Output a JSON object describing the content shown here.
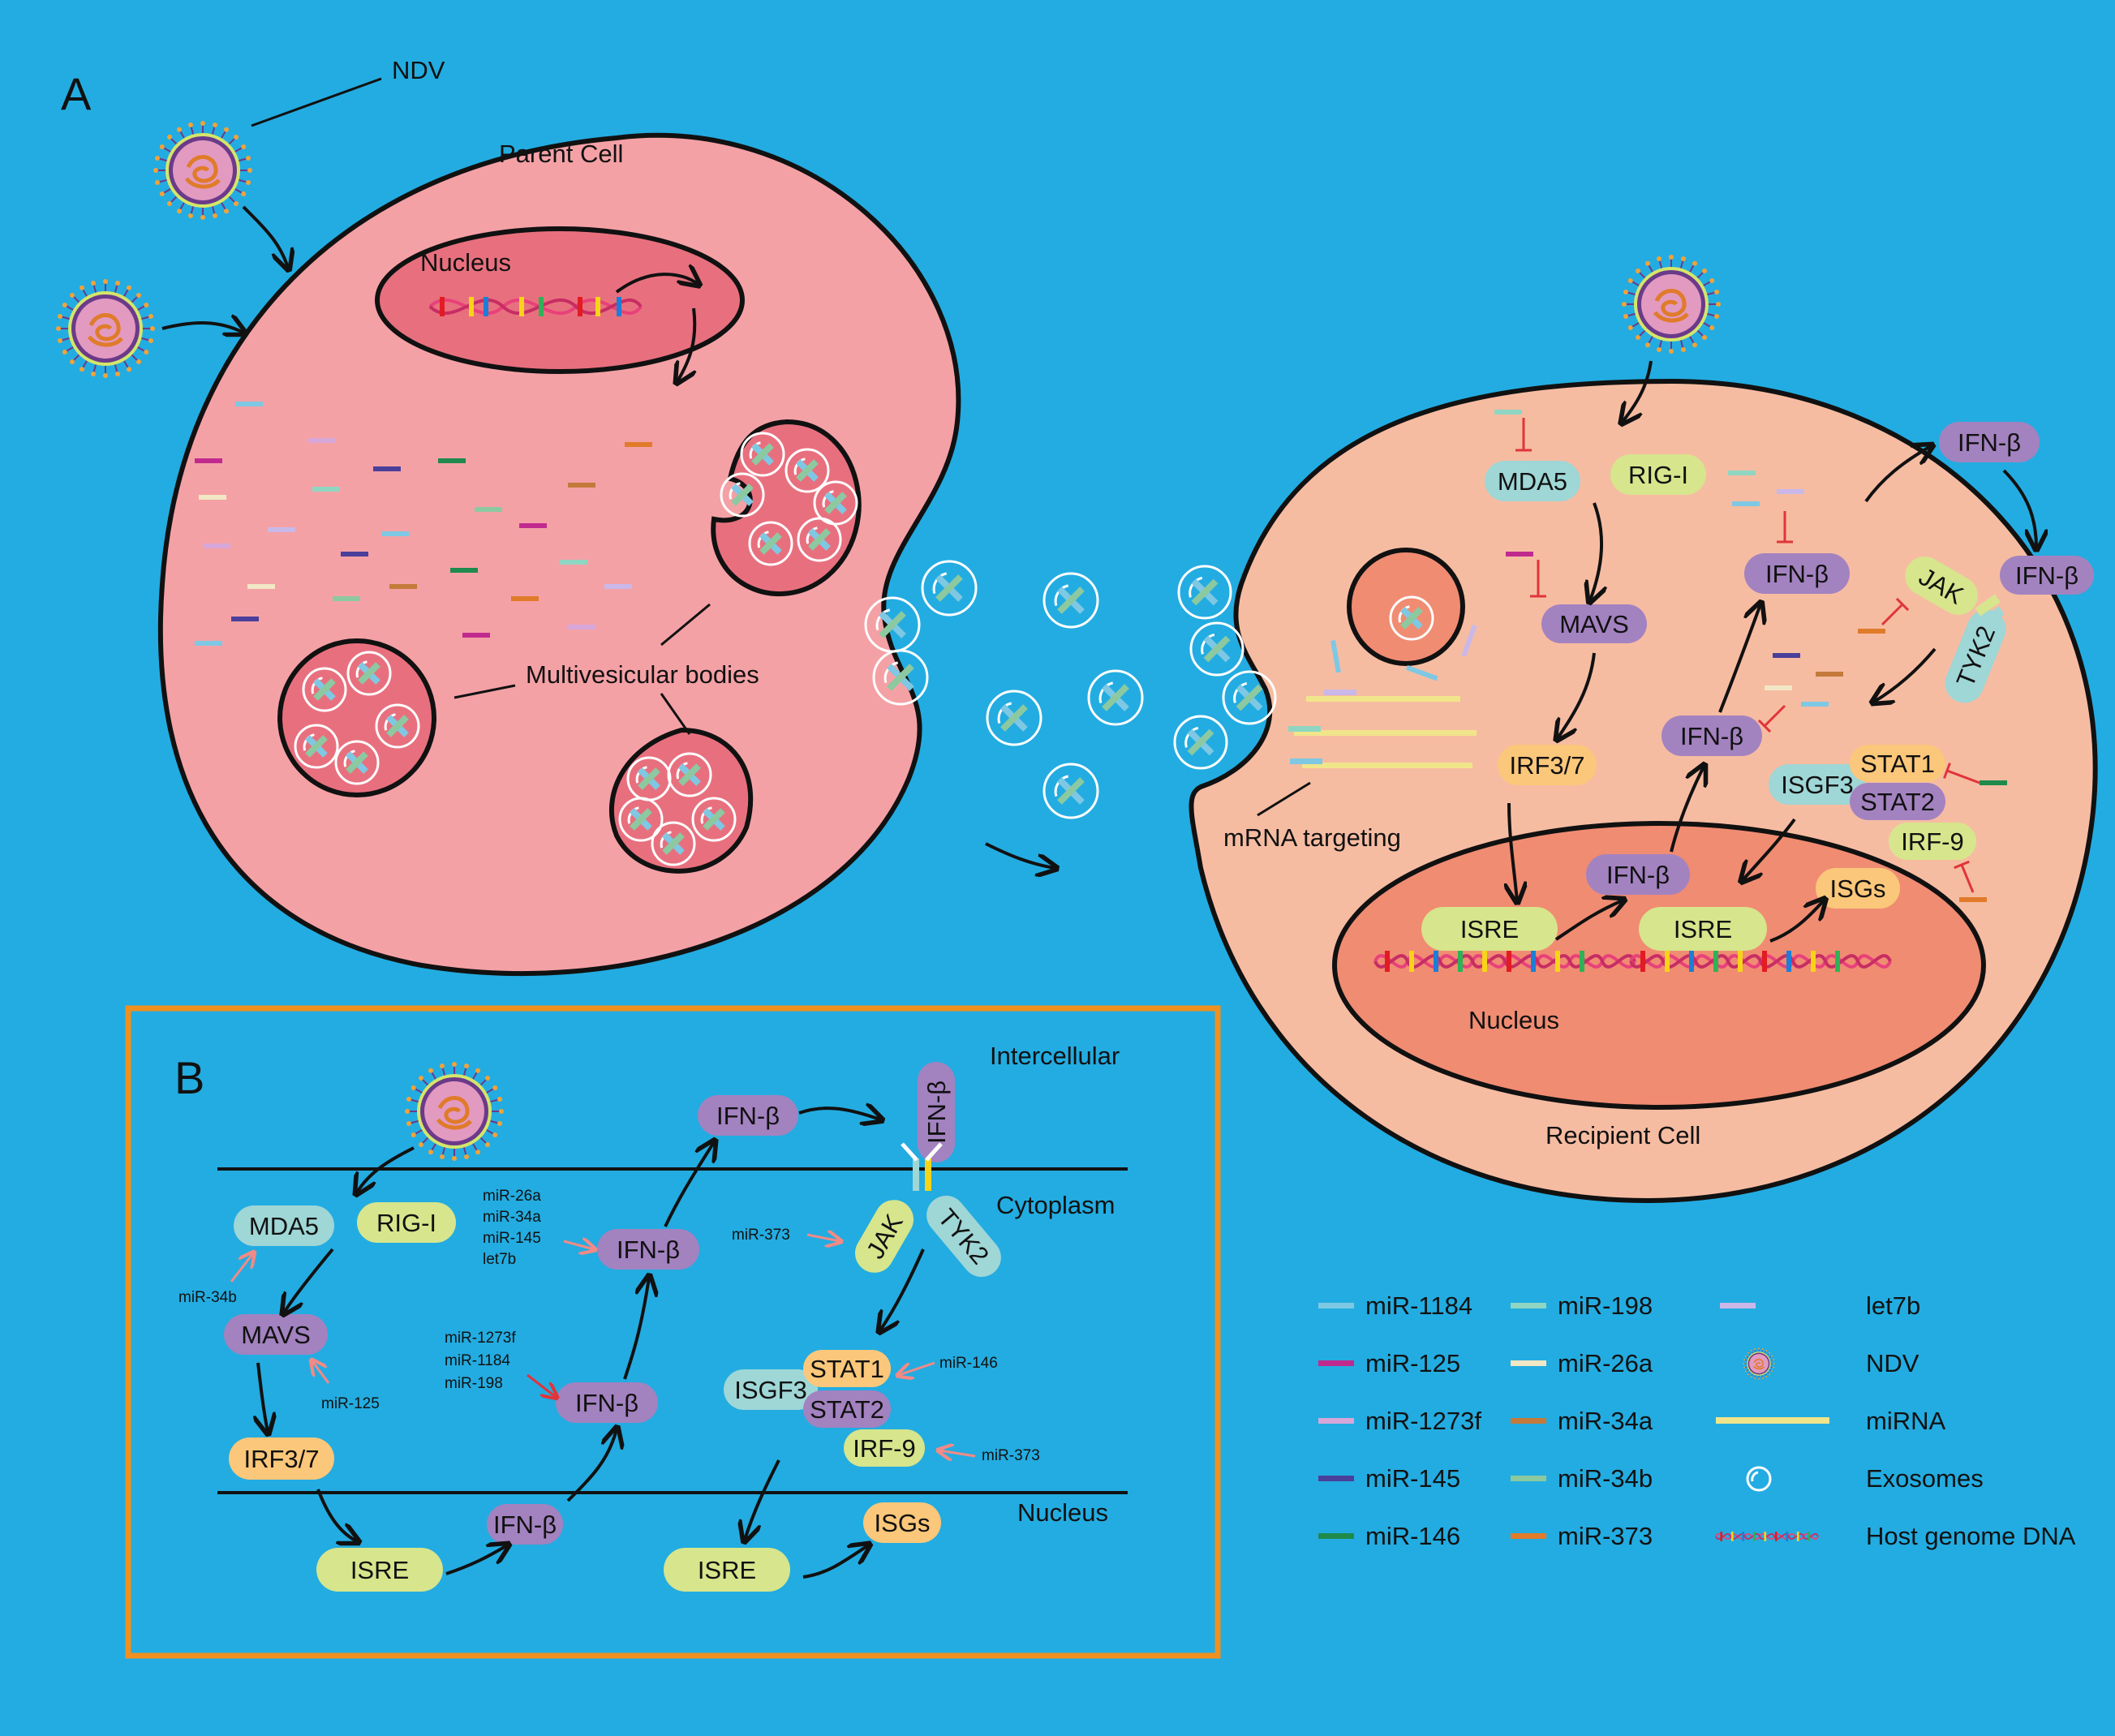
{
  "panel_a": {
    "letter": "A",
    "ndv_label": "NDV",
    "parent_cell": "Parent Cell",
    "nucleus": "Nucleus",
    "mvb_label": "Multivesicular bodies",
    "mrna_targeting": "mRNA targeting",
    "recipient_cell": "Recipient Cell",
    "recipient_nucleus": "Nucleus",
    "nodes": {
      "mda5": "MDA5",
      "rigi": "RIG-I",
      "mavs": "MAVS",
      "irf37": "IRF3/7",
      "ifnb_cyto_top": "IFN-β",
      "ifnb_cyto_mid": "IFN-β",
      "ifnb_nuc": "IFN-β",
      "ifnb_out": "IFN-β",
      "ifnb_receptor": "IFN-β",
      "jak": "JAK",
      "tyk2": "TYK2",
      "stat1": "STAT1",
      "stat2": "STAT2",
      "isgf3": "ISGF3",
      "irf9": "IRF-9",
      "isgs": "ISGs",
      "isre1": "ISRE",
      "isre2": "ISRE"
    }
  },
  "panel_b": {
    "letter": "B",
    "intercellular": "Intercellular",
    "cytoplasm": "Cytoplasm",
    "nucleus": "Nucleus",
    "nodes": {
      "mda5": "MDA5",
      "rigi": "RIG-I",
      "mavs": "MAVS",
      "irf37": "IRF3/7",
      "isre1": "ISRE",
      "ifnb_nuc": "IFN-β",
      "ifnb_low": "IFN-β",
      "ifnb_mid": "IFN-β",
      "ifnb_top": "IFN-β",
      "ifnb_receptor": "IFN-β",
      "jak": "JAK",
      "tyk2": "TYK2",
      "stat1": "STAT1",
      "stat2": "STAT2",
      "isgf3": "ISGF3",
      "irf9": "IRF-9",
      "isre2": "ISRE",
      "isgs": "ISGs"
    },
    "mirna_labels": {
      "mir34b": "miR-34b",
      "mir125": "miR-125",
      "group_upper": [
        "miR-26a",
        "miR-34a",
        "miR-145",
        "let7b"
      ],
      "group_lower": [
        "miR-1273f",
        "miR-1184",
        "miR-198"
      ],
      "mir373_jak": "miR-373",
      "mir146": "miR-146",
      "mir373_irf9": "miR-373"
    }
  },
  "legend": [
    {
      "label": "miR-1184",
      "color": "#7ec8e3"
    },
    {
      "label": "miR-125",
      "color": "#c02a8e"
    },
    {
      "label": "miR-1273f",
      "color": "#d7a7d9"
    },
    {
      "label": "miR-145",
      "color": "#4a3f9a"
    },
    {
      "label": "miR-146",
      "color": "#1f8a4c"
    },
    {
      "label": "miR-198",
      "color": "#8fd6c2"
    },
    {
      "label": "miR-26a",
      "color": "#f1e7c5"
    },
    {
      "label": "miR-34a",
      "color": "#c47a3a"
    },
    {
      "label": "miR-34b",
      "color": "#8cc9a0"
    },
    {
      "label": "miR-373",
      "color": "#e07b2a"
    },
    {
      "label": "let7b",
      "color": "#c9b8e8"
    },
    {
      "label": "NDV",
      "color": "#c45a9b"
    },
    {
      "label": "miRNA",
      "color": "#f0e58a"
    },
    {
      "label": "Exosomes",
      "color": "#ffffff"
    },
    {
      "label": "Host genome DNA",
      "color": "#e8417a"
    }
  ],
  "colors": {
    "background": "#23ace1",
    "parent_cell": "#f4a1a6",
    "recipient_cell": "#f6bca2",
    "nucleus_parent": "#e8707e",
    "nucleus_recipient": "#f08c72",
    "box_border": "#f0901e",
    "inhibit": "#e0353a",
    "inhibit_soft": "#f28a86",
    "pill_teal": "#9fd6d6",
    "pill_green": "#d7e58c",
    "pill_purple": "#a382c0",
    "pill_orange": "#fbc77a"
  }
}
